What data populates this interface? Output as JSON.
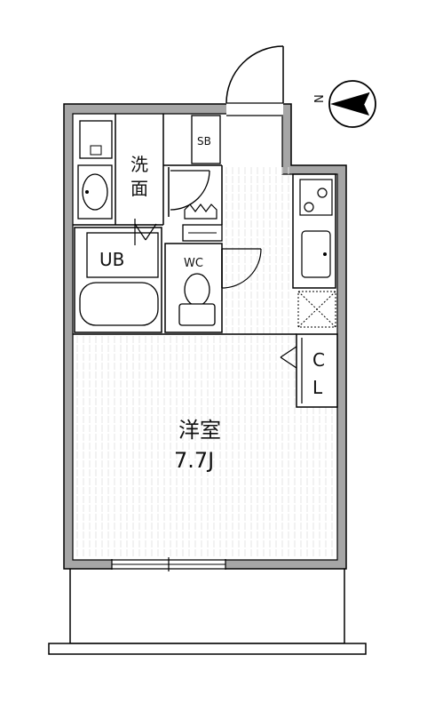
{
  "labels": {
    "washroom_1": "洗",
    "washroom_2": "面",
    "shoe_box": "SB",
    "bath": "UB",
    "toilet": "WC",
    "closet_1": "C",
    "closet_2": "L",
    "room_name": "洋室",
    "room_size": "7.7J",
    "compass_n": "N"
  },
  "colors": {
    "wall": "#a8a8a8",
    "line": "#000000",
    "floor_stripe": "#e2e2e2",
    "background": "#ffffff"
  }
}
